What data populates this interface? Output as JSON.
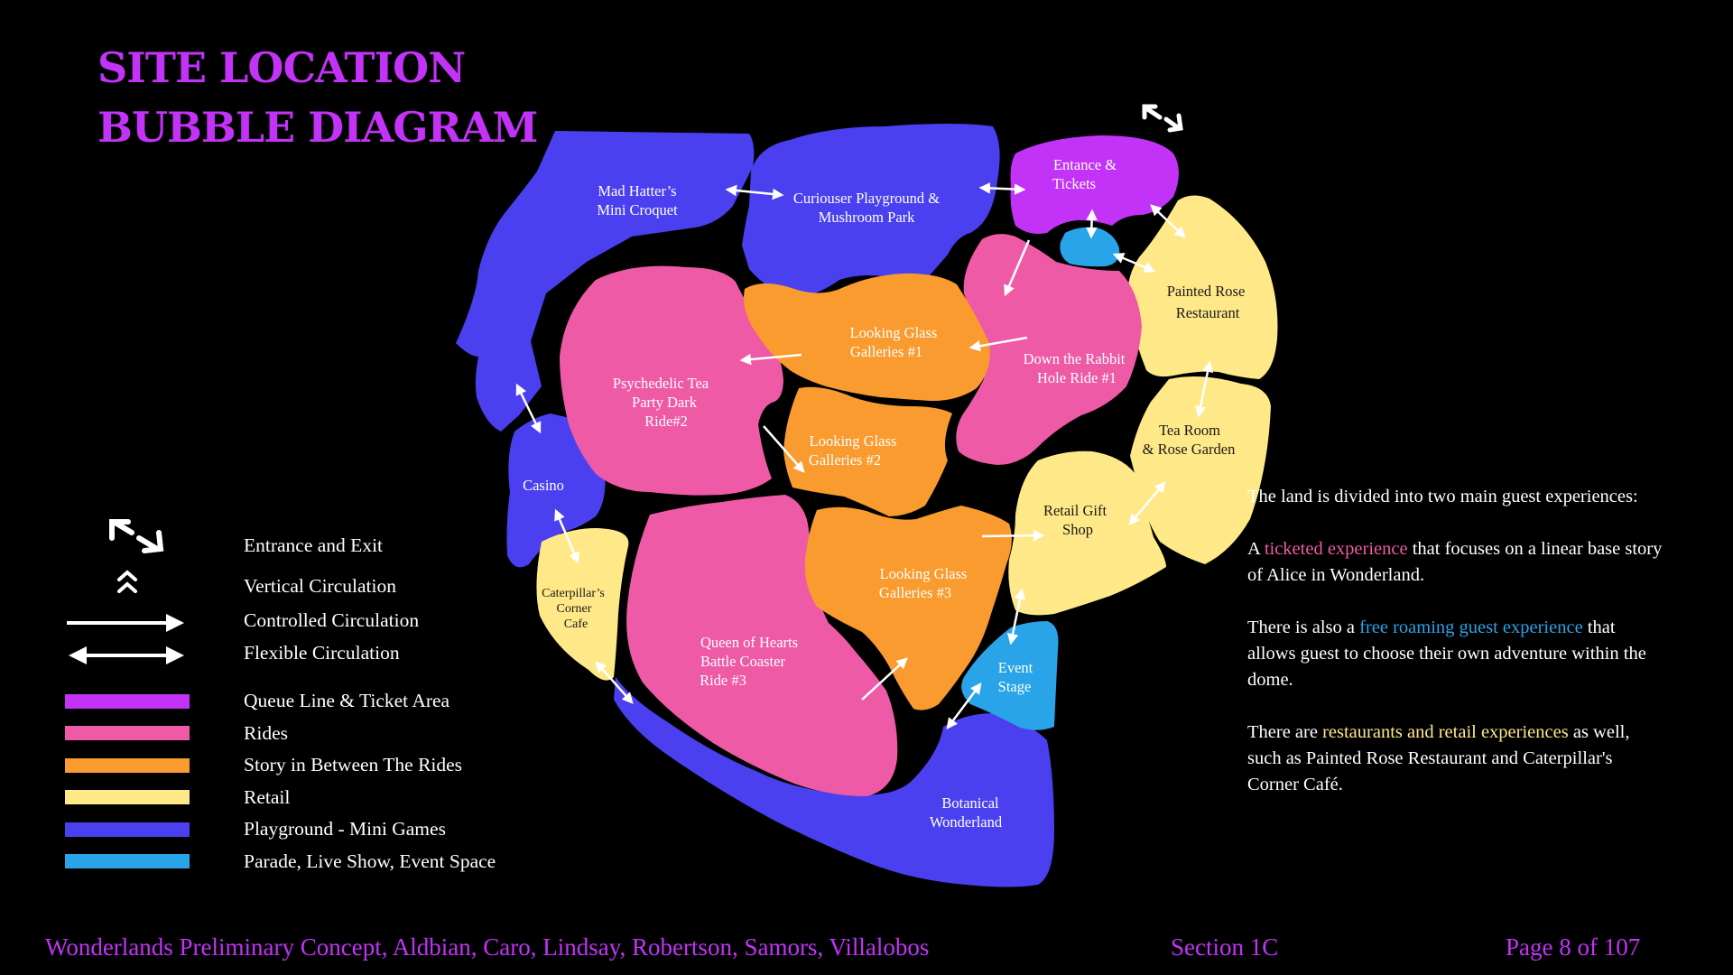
{
  "title": {
    "line1": "SITE LOCATION",
    "line2": "BUBBLE DIAGRAM"
  },
  "colors": {
    "queue": "#c233f7",
    "rides": "#ee5aa6",
    "story": "#f99b2f",
    "retail": "#ffe888",
    "playground": "#4a40f0",
    "event": "#29a4e8"
  },
  "zones": {
    "mad_hatter": [
      "Mad Hatter’s",
      "Mini Croquet"
    ],
    "curiouser": [
      "Curiouser Playground &",
      "Mushroom Park"
    ],
    "entrance": [
      "Entance &",
      "Tickets"
    ],
    "painted_rose": [
      "Painted Rose",
      "Restaurant"
    ],
    "psychedelic": [
      "Psychedelic Tea",
      "Party Dark",
      "Ride#2"
    ],
    "lg1": [
      "Looking Glass",
      "Galleries #1"
    ],
    "rabbit": [
      "Down the Rabbit",
      "Hole Ride #1"
    ],
    "tea_room": [
      "Tea Room",
      "& Rose Garden"
    ],
    "lg2": [
      "Looking Glass",
      "Galleries #2"
    ],
    "casino": [
      "Casino"
    ],
    "retail_gift": [
      "Retail Gift",
      "Shop"
    ],
    "caterpillar": [
      "Caterpillar’s",
      "Corner",
      "Cafe"
    ],
    "queen": [
      "Queen of Hearts",
      "Battle Coaster",
      "Ride #3"
    ],
    "lg3": [
      "Looking Glass",
      "Galleries #3"
    ],
    "event_stage": [
      "Event",
      "Stage"
    ],
    "botanical": [
      "Botanical",
      "Wonderland"
    ]
  },
  "legend": {
    "entrance_exit": "Entrance and Exit",
    "vertical": "Vertical Circulation",
    "controlled": "Controlled Circulation",
    "flexible": "Flexible Circulation",
    "queue": "Queue Line & Ticket Area",
    "rides": "Rides",
    "story": "Story in Between The Rides",
    "retail": "Retail",
    "playground": "Playground - Mini Games",
    "event": "Parade, Live Show, Event Space"
  },
  "description": {
    "p1": "The land is divided into two main guest experiences:",
    "p2_pre": "A ",
    "p2_hl": "ticketed experience",
    "p2_post": " that focuses on a linear base story of Alice in Wonderland.",
    "p3_pre": "There is also a ",
    "p3_hl": "free roaming guest experience",
    "p3_post": " that allows guest to choose their own adventure within the dome.",
    "p4_pre": "There are ",
    "p4_hl": "restaurants and retail experiences",
    "p4_post": " as well, such as Painted Rose Restaurant and Caterpillar's Corner Café."
  },
  "footer": {
    "credits": "Wonderlands Preliminary Concept, Aldbian, Caro, Lindsay, Robertson, Samors, Villalobos",
    "section": "Section 1C",
    "page": "Page 8 of 107"
  }
}
